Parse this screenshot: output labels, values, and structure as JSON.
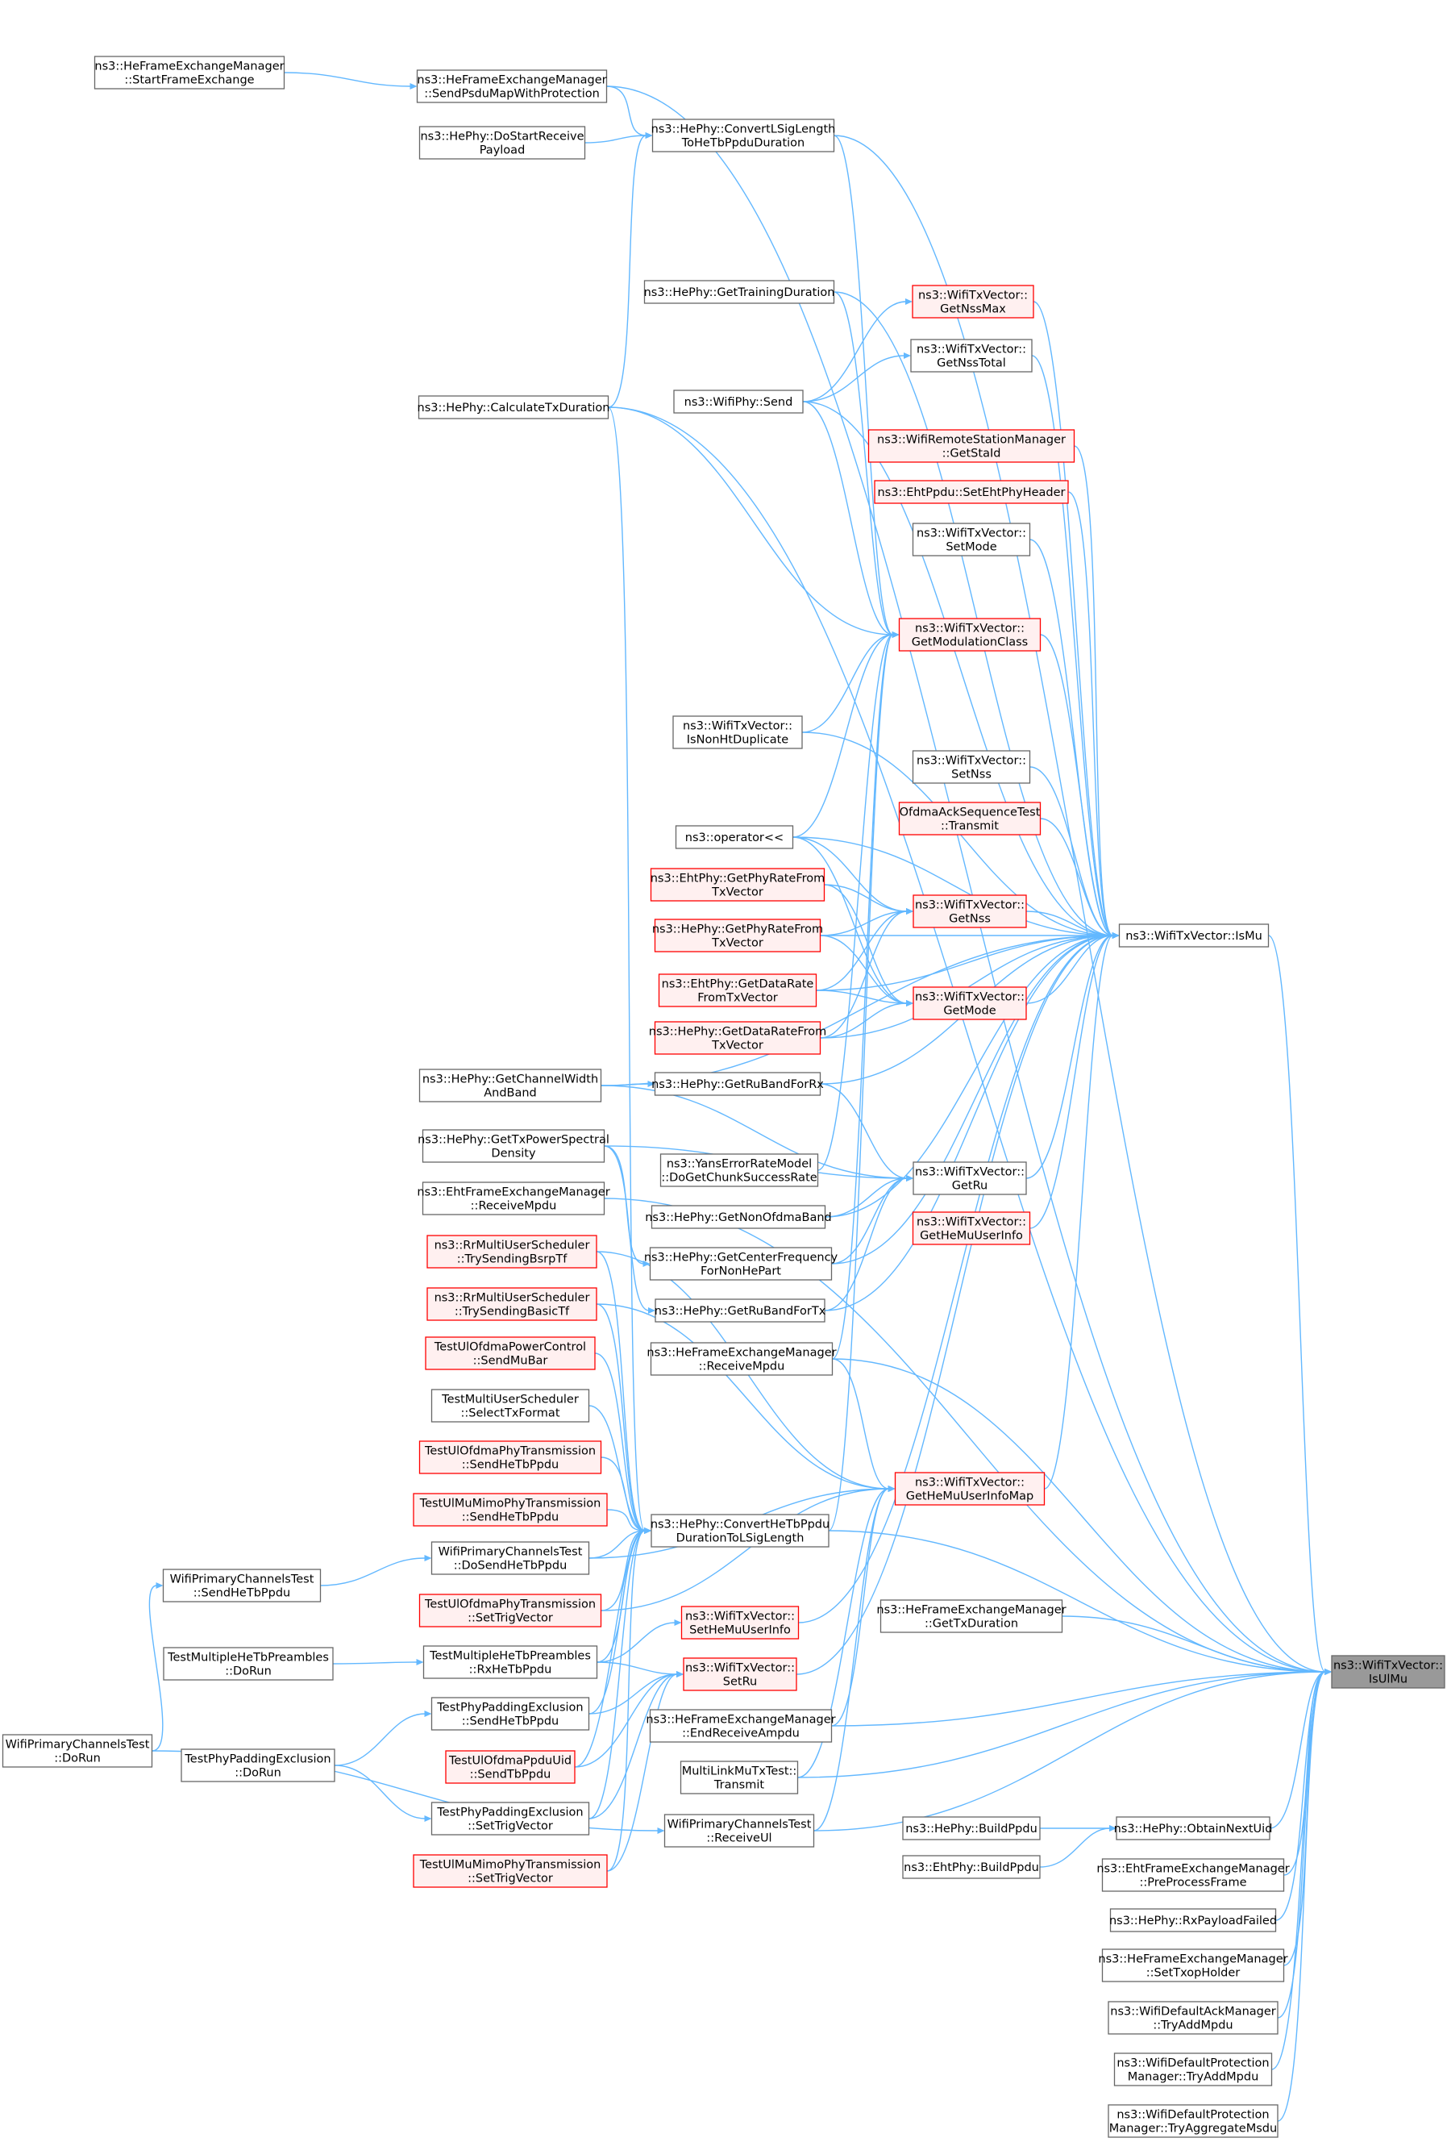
{
  "nodes": [
    {
      "id": "HeFemStartFrameExchange",
      "lines": [
        "ns3::HeFrameExchangeManager",
        "::StartFrameExchange"
      ],
      "style": "normal"
    },
    {
      "id": "HeFemSendPsduMap",
      "lines": [
        "ns3::HeFrameExchangeManager",
        "::SendPsduMapWithProtection"
      ],
      "style": "normal"
    },
    {
      "id": "HePhyConvertLSig",
      "lines": [
        "ns3::HePhy::ConvertLSigLength",
        "ToHeTbPpduDuration"
      ],
      "style": "normal"
    },
    {
      "id": "HePhyDoStartReceive",
      "lines": [
        "ns3::HePhy::DoStartReceive",
        "Payload"
      ],
      "style": "normal"
    },
    {
      "id": "HePhyGetTrainingDuration",
      "lines": [
        "ns3::HePhy::GetTrainingDuration"
      ],
      "style": "normal"
    },
    {
      "id": "GetNssMax",
      "lines": [
        "ns3::WifiTxVector::",
        "GetNssMax"
      ],
      "style": "red"
    },
    {
      "id": "GetNssTotal",
      "lines": [
        "ns3::WifiTxVector::",
        "GetNssTotal"
      ],
      "style": "normal"
    },
    {
      "id": "HePhyCalculateTxDuration",
      "lines": [
        "ns3::HePhy::CalculateTxDuration"
      ],
      "style": "normal"
    },
    {
      "id": "WifiPhySend",
      "lines": [
        "ns3::WifiPhy::Send"
      ],
      "style": "normal"
    },
    {
      "id": "GetStaId",
      "lines": [
        "ns3::WifiRemoteStationManager",
        "::GetStaId"
      ],
      "style": "red"
    },
    {
      "id": "SetEhtPhyHeader",
      "lines": [
        "ns3::EhtPpdu::SetEhtPhyHeader"
      ],
      "style": "red"
    },
    {
      "id": "SetMode",
      "lines": [
        "ns3::WifiTxVector::",
        "SetMode"
      ],
      "style": "normal"
    },
    {
      "id": "GetModulationClass",
      "lines": [
        "ns3::WifiTxVector::",
        "GetModulationClass"
      ],
      "style": "red"
    },
    {
      "id": "IsNonHtDuplicate",
      "lines": [
        "ns3::WifiTxVector::",
        "IsNonHtDuplicate"
      ],
      "style": "normal"
    },
    {
      "id": "SetNss",
      "lines": [
        "ns3::WifiTxVector::",
        "SetNss"
      ],
      "style": "normal"
    },
    {
      "id": "OfdmaAckTransmit",
      "lines": [
        "OfdmaAckSequenceTest",
        "::Transmit"
      ],
      "style": "red"
    },
    {
      "id": "OperatorShift",
      "lines": [
        "ns3::operator<<"
      ],
      "style": "normal"
    },
    {
      "id": "EhtGetPhyRate",
      "lines": [
        "ns3::EhtPhy::GetPhyRateFrom",
        "TxVector"
      ],
      "style": "red"
    },
    {
      "id": "GetNss",
      "lines": [
        "ns3::WifiTxVector::",
        "GetNss"
      ],
      "style": "red"
    },
    {
      "id": "IsMu",
      "lines": [
        "ns3::WifiTxVector::IsMu"
      ],
      "style": "normal"
    },
    {
      "id": "HeGetPhyRate",
      "lines": [
        "ns3::HePhy::GetPhyRateFrom",
        "TxVector"
      ],
      "style": "red"
    },
    {
      "id": "EhtGetDataRate",
      "lines": [
        "ns3::EhtPhy::GetDataRate",
        "FromTxVector"
      ],
      "style": "red"
    },
    {
      "id": "GetMode",
      "lines": [
        "ns3::WifiTxVector::",
        "GetMode"
      ],
      "style": "red"
    },
    {
      "id": "HeGetDataRate",
      "lines": [
        "ns3::HePhy::GetDataRateFrom",
        "TxVector"
      ],
      "style": "red"
    },
    {
      "id": "HePhyGetChannelWidth",
      "lines": [
        "ns3::HePhy::GetChannelWidth",
        "AndBand"
      ],
      "style": "normal"
    },
    {
      "id": "HePhyGetRuBandForRx",
      "lines": [
        "ns3::HePhy::GetRuBandForRx"
      ],
      "style": "normal"
    },
    {
      "id": "HePhyGetTxPowerSpectral",
      "lines": [
        "ns3::HePhy::GetTxPowerSpectral",
        "Density"
      ],
      "style": "normal"
    },
    {
      "id": "YansDoGetChunk",
      "lines": [
        "ns3::YansErrorRateModel",
        "::DoGetChunkSuccessRate"
      ],
      "style": "normal"
    },
    {
      "id": "GetRu",
      "lines": [
        "ns3::WifiTxVector::",
        "GetRu"
      ],
      "style": "normal"
    },
    {
      "id": "EhtFemReceiveMpdu",
      "lines": [
        "ns3::EhtFrameExchangeManager",
        "::ReceiveMpdu"
      ],
      "style": "normal"
    },
    {
      "id": "HePhyGetNonOfdmaBand",
      "lines": [
        "ns3::HePhy::GetNonOfdmaBand"
      ],
      "style": "normal"
    },
    {
      "id": "GetHeMuUserInfo",
      "lines": [
        "ns3::WifiTxVector::",
        "GetHeMuUserInfo"
      ],
      "style": "red"
    },
    {
      "id": "RrTrySendingBsrpTf",
      "lines": [
        "ns3::RrMultiUserScheduler",
        "::TrySendingBsrpTf"
      ],
      "style": "red"
    },
    {
      "id": "HePhyGetCenterFrequency",
      "lines": [
        "ns3::HePhy::GetCenterFrequency",
        "ForNonHePart"
      ],
      "style": "normal"
    },
    {
      "id": "RrTrySendingBasicTf",
      "lines": [
        "ns3::RrMultiUserScheduler",
        "::TrySendingBasicTf"
      ],
      "style": "red"
    },
    {
      "id": "HePhyGetRuBandForTx",
      "lines": [
        "ns3::HePhy::GetRuBandForTx"
      ],
      "style": "normal"
    },
    {
      "id": "TestUlOfdmaPowerSendMuBar",
      "lines": [
        "TestUlOfdmaPowerControl",
        "::SendMuBar"
      ],
      "style": "red"
    },
    {
      "id": "HeFemReceiveMpdu",
      "lines": [
        "ns3::HeFrameExchangeManager",
        "::ReceiveMpdu"
      ],
      "style": "normal"
    },
    {
      "id": "TestMultiUserSelectTxFormat",
      "lines": [
        "TestMultiUserScheduler",
        "::SelectTxFormat"
      ],
      "style": "normal"
    },
    {
      "id": "TestUlOfdmaPhySendHeTbPpdu",
      "lines": [
        "TestUlOfdmaPhyTransmission",
        "::SendHeTbPpdu"
      ],
      "style": "red"
    },
    {
      "id": "GetHeMuUserInfoMap",
      "lines": [
        "ns3::WifiTxVector::",
        "GetHeMuUserInfoMap"
      ],
      "style": "red"
    },
    {
      "id": "TestUlMuMimoSendHeTbPpdu",
      "lines": [
        "TestUlMuMimoPhyTransmission",
        "::SendHeTbPpdu"
      ],
      "style": "red"
    },
    {
      "id": "HePhyConvertHeTbPpdu",
      "lines": [
        "ns3::HePhy::ConvertHeTbPpdu",
        "DurationToLSigLength"
      ],
      "style": "normal"
    },
    {
      "id": "WifiPrimaryDoSendHeTbPpdu",
      "lines": [
        "WifiPrimaryChannelsTest",
        "::DoSendHeTbPpdu"
      ],
      "style": "normal"
    },
    {
      "id": "WifiPrimarySendHeTbPpdu",
      "lines": [
        "WifiPrimaryChannelsTest",
        "::SendHeTbPpdu"
      ],
      "style": "normal"
    },
    {
      "id": "TestUlOfdmaPhySetTrigVector",
      "lines": [
        "TestUlOfdmaPhyTransmission",
        "::SetTrigVector"
      ],
      "style": "red"
    },
    {
      "id": "HeFemGetTxDuration",
      "lines": [
        "ns3::HeFrameExchangeManager",
        "::GetTxDuration"
      ],
      "style": "normal"
    },
    {
      "id": "SetHeMuUserInfo",
      "lines": [
        "ns3::WifiTxVector::",
        "SetHeMuUserInfo"
      ],
      "style": "red"
    },
    {
      "id": "IsUlMu",
      "lines": [
        "ns3::WifiTxVector::",
        "IsUlMu"
      ],
      "style": "root"
    },
    {
      "id": "TestMultipleHeTbDoRun",
      "lines": [
        "TestMultipleHeTbPreambles",
        "::DoRun"
      ],
      "style": "normal"
    },
    {
      "id": "TestMultipleHeTbRxHeTbPpdu",
      "lines": [
        "TestMultipleHeTbPreambles",
        "::RxHeTbPpdu"
      ],
      "style": "normal"
    },
    {
      "id": "SetRu",
      "lines": [
        "ns3::WifiTxVector::",
        "SetRu"
      ],
      "style": "red"
    },
    {
      "id": "TestPhyPaddingSendHeTbPpdu",
      "lines": [
        "TestPhyPaddingExclusion",
        "::SendHeTbPpdu"
      ],
      "style": "normal"
    },
    {
      "id": "HeFemEndReceiveAmpdu",
      "lines": [
        "ns3::HeFrameExchangeManager",
        "::EndReceiveAmpdu"
      ],
      "style": "normal"
    },
    {
      "id": "WifiPrimaryDoRun",
      "lines": [
        "WifiPrimaryChannelsTest",
        "::DoRun"
      ],
      "style": "normal"
    },
    {
      "id": "TestPhyPaddingDoRun",
      "lines": [
        "TestPhyPaddingExclusion",
        "::DoRun"
      ],
      "style": "normal"
    },
    {
      "id": "TestUlOfdmaPpduUidSendTbPpdu",
      "lines": [
        "TestUlOfdmaPpduUid",
        "::SendTbPpdu"
      ],
      "style": "red"
    },
    {
      "id": "MultiLinkMuTxTransmit",
      "lines": [
        "MultiLinkMuTxTest::",
        "Transmit"
      ],
      "style": "normal"
    },
    {
      "id": "TestPhyPaddingSetTrigVector",
      "lines": [
        "TestPhyPaddingExclusion",
        "::SetTrigVector"
      ],
      "style": "normal"
    },
    {
      "id": "WifiPrimaryReceiveUl",
      "lines": [
        "WifiPrimaryChannelsTest",
        "::ReceiveUl"
      ],
      "style": "normal"
    },
    {
      "id": "HePhyBuildPpdu",
      "lines": [
        "ns3::HePhy::BuildPpdu"
      ],
      "style": "normal"
    },
    {
      "id": "HePhyObtainNextUid",
      "lines": [
        "ns3::HePhy::ObtainNextUid"
      ],
      "style": "normal"
    },
    {
      "id": "EhtPhyBuildPpdu",
      "lines": [
        "ns3::EhtPhy::BuildPpdu"
      ],
      "style": "normal"
    },
    {
      "id": "TestUlMuMimoSetTrigVector",
      "lines": [
        "TestUlMuMimoPhyTransmission",
        "::SetTrigVector"
      ],
      "style": "red"
    },
    {
      "id": "EhtFemPreProcessFrame",
      "lines": [
        "ns3::EhtFrameExchangeManager",
        "::PreProcessFrame"
      ],
      "style": "normal"
    },
    {
      "id": "HePhyRxPayloadFailed",
      "lines": [
        "ns3::HePhy::RxPayloadFailed"
      ],
      "style": "normal"
    },
    {
      "id": "HeFemSetTxopHolder",
      "lines": [
        "ns3::HeFrameExchangeManager",
        "::SetTxopHolder"
      ],
      "style": "normal"
    },
    {
      "id": "WifiDefaultAckTryAddMpdu",
      "lines": [
        "ns3::WifiDefaultAckManager",
        "::TryAddMpdu"
      ],
      "style": "normal"
    },
    {
      "id": "WifiDefaultProtectionTryAddMpdu",
      "lines": [
        "ns3::WifiDefaultProtection",
        "Manager::TryAddMpdu"
      ],
      "style": "normal"
    },
    {
      "id": "WifiDefaultProtectionTryAggregateMsdu",
      "lines": [
        "ns3::WifiDefaultProtection",
        "Manager::TryAggregateMsdu"
      ],
      "style": "normal"
    }
  ],
  "edges": [
    [
      "HeFemStartFrameExchange",
      "HeFemSendPsduMap"
    ],
    [
      "HeFemSendPsduMap",
      "IsUlMu"
    ],
    [
      "HeFemSendPsduMap",
      "HePhyConvertLSig"
    ],
    [
      "HePhyDoStartReceive",
      "HePhyConvertLSig"
    ],
    [
      "HePhyCalculateTxDuration",
      "HePhyConvertLSig"
    ],
    [
      "HePhyConvertLSig",
      "IsUlMu"
    ],
    [
      "HePhyConvertLSig",
      "GetModulationClass"
    ],
    [
      "HePhyCalculateTxDuration",
      "IsUlMu"
    ],
    [
      "HePhyCalculateTxDuration",
      "GetModulationClass"
    ],
    [
      "HePhyCalculateTxDuration",
      "HePhyConvertHeTbPpdu"
    ],
    [
      "HePhyGetTrainingDuration",
      "IsMu"
    ],
    [
      "HePhyGetTrainingDuration",
      "GetModulationClass"
    ],
    [
      "WifiPhySend",
      "GetNssMax"
    ],
    [
      "WifiPhySend",
      "GetNssTotal"
    ],
    [
      "WifiPhySend",
      "IsMu"
    ],
    [
      "WifiPhySend",
      "GetModulationClass"
    ],
    [
      "GetNssMax",
      "IsMu"
    ],
    [
      "GetNssTotal",
      "IsMu"
    ],
    [
      "GetStaId",
      "IsMu"
    ],
    [
      "SetEhtPhyHeader",
      "IsMu"
    ],
    [
      "SetMode",
      "IsMu"
    ],
    [
      "GetModulationClass",
      "IsMu"
    ],
    [
      "IsNonHtDuplicate",
      "GetModulationClass"
    ],
    [
      "IsNonHtDuplicate",
      "IsMu"
    ],
    [
      "SetNss",
      "IsMu"
    ],
    [
      "OfdmaAckTransmit",
      "IsMu"
    ],
    [
      "OperatorShift",
      "GetModulationClass"
    ],
    [
      "OperatorShift",
      "GetNss"
    ],
    [
      "OperatorShift",
      "GetMode"
    ],
    [
      "OperatorShift",
      "IsMu"
    ],
    [
      "EhtGetPhyRate",
      "GetNss"
    ],
    [
      "EhtGetPhyRate",
      "GetMode"
    ],
    [
      "HeGetPhyRate",
      "GetNss"
    ],
    [
      "HeGetPhyRate",
      "GetMode"
    ],
    [
      "HeGetPhyRate",
      "IsMu"
    ],
    [
      "EhtGetDataRate",
      "GetNss"
    ],
    [
      "EhtGetDataRate",
      "GetMode"
    ],
    [
      "EhtGetDataRate",
      "IsMu"
    ],
    [
      "HeGetDataRate",
      "GetNss"
    ],
    [
      "HeGetDataRate",
      "GetMode"
    ],
    [
      "HeGetDataRate",
      "IsMu"
    ],
    [
      "GetNss",
      "IsMu"
    ],
    [
      "GetMode",
      "IsMu"
    ],
    [
      "HePhyGetChannelWidth",
      "HePhyGetRuBandForRx"
    ],
    [
      "HePhyGetChannelWidth",
      "GetRu"
    ],
    [
      "HePhyGetChannelWidth",
      "IsMu"
    ],
    [
      "HePhyGetRuBandForRx",
      "GetRu"
    ],
    [
      "HePhyGetRuBandForRx",
      "IsMu"
    ],
    [
      "HePhyGetTxPowerSpectral",
      "HePhyGetCenterFrequency"
    ],
    [
      "HePhyGetTxPowerSpectral",
      "HePhyGetRuBandForTx"
    ],
    [
      "HePhyGetTxPowerSpectral",
      "GetRu"
    ],
    [
      "YansDoGetChunk",
      "GetModulationClass"
    ],
    [
      "GetRu",
      "IsMu"
    ],
    [
      "EhtFemReceiveMpdu",
      "IsUlMu"
    ],
    [
      "HePhyGetNonOfdmaBand",
      "GetRu"
    ],
    [
      "HePhyGetNonOfdmaBand",
      "IsMu"
    ],
    [
      "GetHeMuUserInfo",
      "IsMu"
    ],
    [
      "RrTrySendingBsrpTf",
      "HePhyConvertHeTbPpdu"
    ],
    [
      "RrTrySendingBsrpTf",
      "GetHeMuUserInfoMap"
    ],
    [
      "HePhyGetCenterFrequency",
      "GetRu"
    ],
    [
      "HePhyGetCenterFrequency",
      "IsMu"
    ],
    [
      "RrTrySendingBasicTf",
      "HePhyConvertHeTbPpdu"
    ],
    [
      "RrTrySendingBasicTf",
      "GetHeMuUserInfoMap"
    ],
    [
      "HePhyGetRuBandForTx",
      "GetRu"
    ],
    [
      "HePhyGetRuBandForTx",
      "IsMu"
    ],
    [
      "TestUlOfdmaPowerSendMuBar",
      "HePhyConvertHeTbPpdu"
    ],
    [
      "HeFemReceiveMpdu",
      "IsUlMu"
    ],
    [
      "HeFemReceiveMpdu",
      "GetHeMuUserInfoMap"
    ],
    [
      "HeFemReceiveMpdu",
      "GetModulationClass"
    ],
    [
      "TestMultiUserSelectTxFormat",
      "HePhyConvertHeTbPpdu"
    ],
    [
      "TestUlOfdmaPhySendHeTbPpdu",
      "HePhyConvertHeTbPpdu"
    ],
    [
      "GetHeMuUserInfoMap",
      "IsMu"
    ],
    [
      "TestUlMuMimoSendHeTbPpdu",
      "HePhyConvertHeTbPpdu"
    ],
    [
      "HePhyConvertHeTbPpdu",
      "IsUlMu"
    ],
    [
      "HePhyConvertHeTbPpdu",
      "GetModulationClass"
    ],
    [
      "WifiPrimaryDoSendHeTbPpdu",
      "HePhyConvertHeTbPpdu"
    ],
    [
      "WifiPrimaryDoSendHeTbPpdu",
      "GetHeMuUserInfoMap"
    ],
    [
      "WifiPrimarySendHeTbPpdu",
      "WifiPrimaryDoSendHeTbPpdu"
    ],
    [
      "WifiPrimaryDoRun",
      "WifiPrimarySendHeTbPpdu"
    ],
    [
      "WifiPrimaryDoRun",
      "WifiPrimaryReceiveUl"
    ],
    [
      "TestUlOfdmaPhySetTrigVector",
      "HePhyConvertHeTbPpdu"
    ],
    [
      "TestUlOfdmaPhySetTrigVector",
      "GetHeMuUserInfoMap"
    ],
    [
      "HeFemGetTxDuration",
      "IsUlMu"
    ],
    [
      "SetHeMuUserInfo",
      "IsMu"
    ],
    [
      "TestMultipleHeTbDoRun",
      "TestMultipleHeTbRxHeTbPpdu"
    ],
    [
      "TestMultipleHeTbRxHeTbPpdu",
      "HePhyConvertHeTbPpdu"
    ],
    [
      "TestMultipleHeTbRxHeTbPpdu",
      "SetHeMuUserInfo"
    ],
    [
      "TestMultipleHeTbRxHeTbPpdu",
      "SetRu"
    ],
    [
      "SetRu",
      "IsMu"
    ],
    [
      "TestPhyPaddingSendHeTbPpdu",
      "HePhyConvertHeTbPpdu"
    ],
    [
      "TestPhyPaddingSendHeTbPpdu",
      "SetRu"
    ],
    [
      "TestPhyPaddingDoRun",
      "TestPhyPaddingSendHeTbPpdu"
    ],
    [
      "TestPhyPaddingDoRun",
      "TestPhyPaddingSetTrigVector"
    ],
    [
      "HeFemEndReceiveAmpdu",
      "IsUlMu"
    ],
    [
      "HeFemEndReceiveAmpdu",
      "GetHeMuUserInfoMap"
    ],
    [
      "TestUlOfdmaPpduUidSendTbPpdu",
      "HePhyConvertHeTbPpdu"
    ],
    [
      "TestUlOfdmaPpduUidSendTbPpdu",
      "SetRu"
    ],
    [
      "MultiLinkMuTxTransmit",
      "IsUlMu"
    ],
    [
      "MultiLinkMuTxTransmit",
      "GetHeMuUserInfoMap"
    ],
    [
      "TestPhyPaddingSetTrigVector",
      "HePhyConvertHeTbPpdu"
    ],
    [
      "TestPhyPaddingSetTrigVector",
      "SetRu"
    ],
    [
      "WifiPrimaryReceiveUl",
      "IsUlMu"
    ],
    [
      "WifiPrimaryReceiveUl",
      "GetHeMuUserInfoMap"
    ],
    [
      "HePhyBuildPpdu",
      "HePhyObtainNextUid"
    ],
    [
      "EhtPhyBuildPpdu",
      "HePhyObtainNextUid"
    ],
    [
      "HePhyObtainNextUid",
      "IsUlMu"
    ],
    [
      "TestUlMuMimoSetTrigVector",
      "HePhyConvertHeTbPpdu"
    ],
    [
      "TestUlMuMimoSetTrigVector",
      "SetRu"
    ],
    [
      "EhtFemPreProcessFrame",
      "IsUlMu"
    ],
    [
      "HePhyRxPayloadFailed",
      "IsUlMu"
    ],
    [
      "HeFemSetTxopHolder",
      "IsUlMu"
    ],
    [
      "WifiDefaultAckTryAddMpdu",
      "IsUlMu"
    ],
    [
      "WifiDefaultProtectionTryAddMpdu",
      "IsUlMu"
    ],
    [
      "WifiDefaultProtectionTryAggregateMsdu",
      "IsUlMu"
    ],
    [
      "IsMu",
      "IsUlMu"
    ]
  ]
}
